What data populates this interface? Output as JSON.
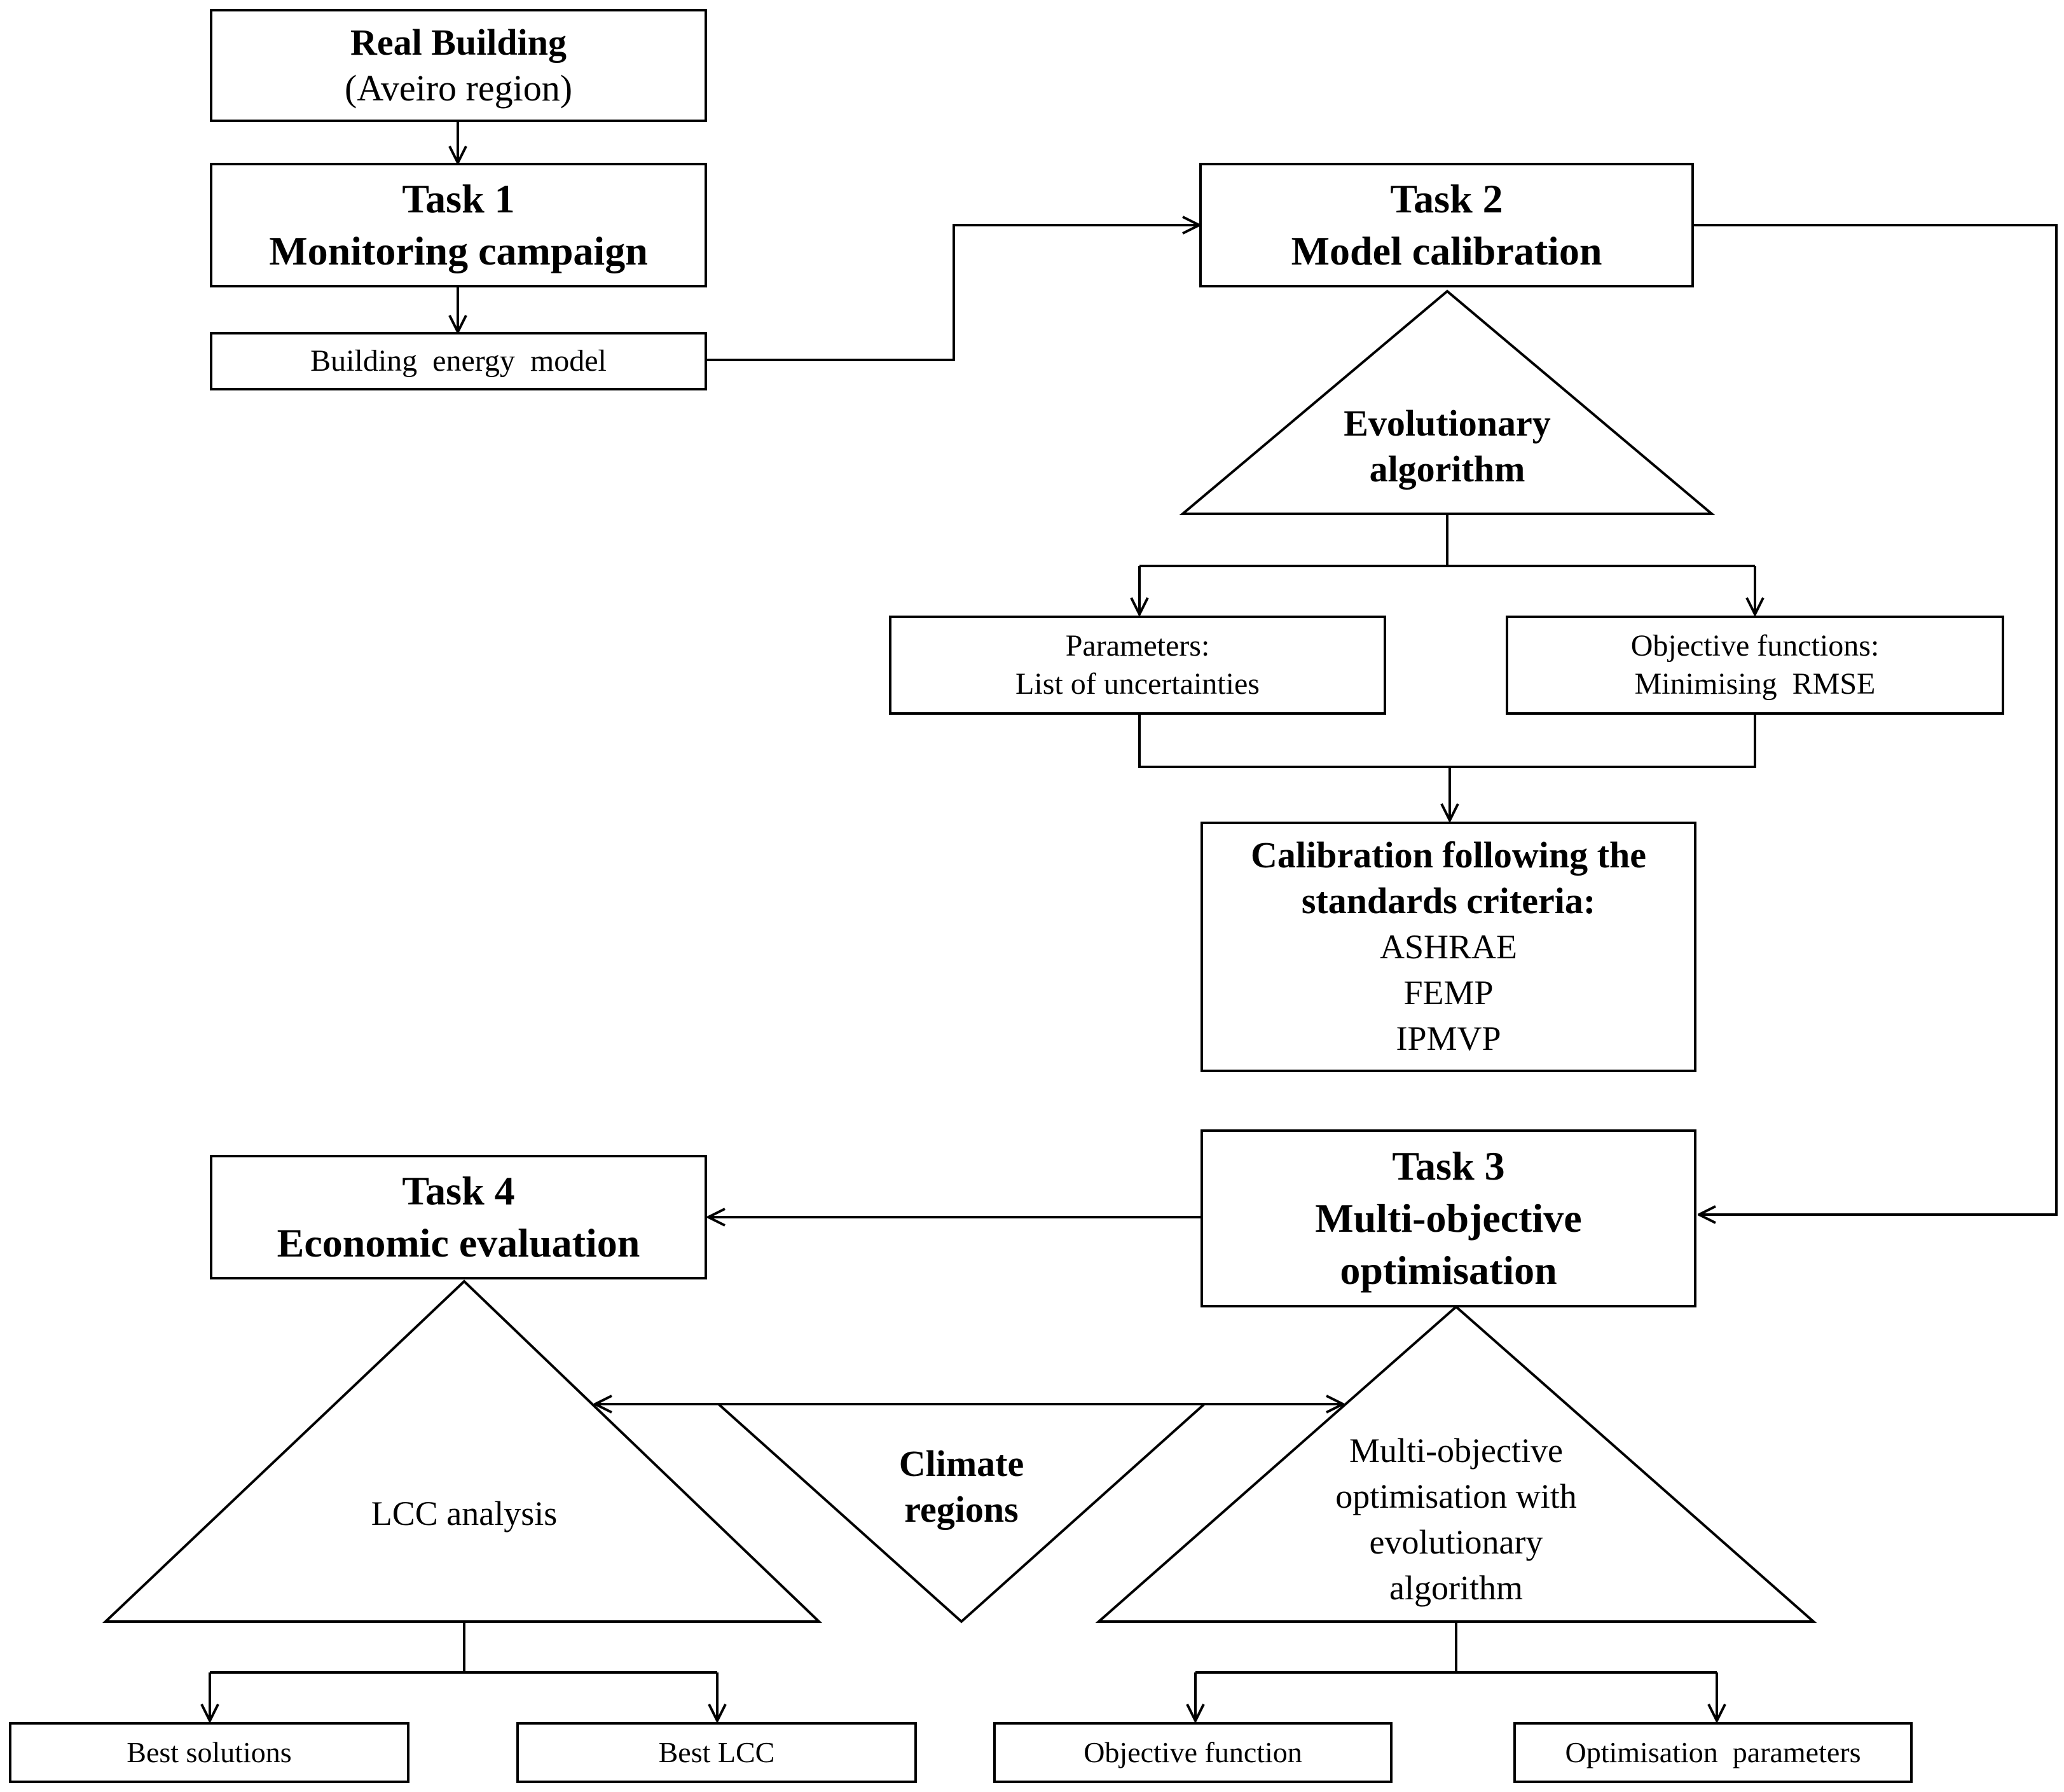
{
  "real_building": {
    "title": "Real Building",
    "subtitle": "(Aveiro region)"
  },
  "task1": {
    "title": "Task 1",
    "subtitle": "Monitoring campaign"
  },
  "building_model": {
    "label": "Building energy model"
  },
  "task2": {
    "title": "Task 2",
    "subtitle": "Model calibration"
  },
  "evolutionary": {
    "line1": "Evolutionary",
    "line2": "algorithm"
  },
  "parameters": {
    "line1": "Parameters:",
    "line2": "List of uncertainties"
  },
  "objectives": {
    "line1": "Objective functions:",
    "line2": "Minimising RMSE"
  },
  "calibration": {
    "line1": "Calibration following the",
    "line2": "standards criteria:",
    "standards": [
      "ASHRAE",
      "FEMP",
      "IPMVP"
    ]
  },
  "task3": {
    "title": "Task 3",
    "line2": "Multi-objective",
    "line3": "optimisation"
  },
  "task4": {
    "title": "Task 4",
    "subtitle": "Economic evaluation"
  },
  "lcc": {
    "label": "LCC analysis"
  },
  "climate": {
    "line1": "Climate",
    "line2": "regions"
  },
  "mo_algo": {
    "line1": "Multi-objective",
    "line2": "optimisation with",
    "line3": "evolutionary",
    "line4": "algorithm"
  },
  "outputs": {
    "best_solutions": "Best solutions",
    "best_lcc": "Best LCC",
    "objective_function": "Objective function",
    "optimisation_parameters": "Optimisation parameters"
  }
}
